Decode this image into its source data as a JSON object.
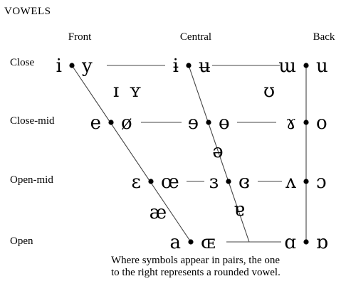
{
  "title": "VOWELS",
  "columns": [
    {
      "key": "front",
      "label": "Front"
    },
    {
      "key": "central",
      "label": "Central"
    },
    {
      "key": "back",
      "label": "Back"
    }
  ],
  "rows": [
    {
      "key": "close",
      "label": "Close"
    },
    {
      "key": "close_mid",
      "label": "Close-mid"
    },
    {
      "key": "open_mid",
      "label": "Open-mid"
    },
    {
      "key": "open",
      "label": "Open"
    }
  ],
  "vowel_pairs": [
    {
      "row": "close",
      "column": "front",
      "unrounded": "i",
      "rounded": "y"
    },
    {
      "row": "close",
      "column": "central",
      "unrounded": "ɨ",
      "rounded": "ʉ"
    },
    {
      "row": "close",
      "column": "back",
      "unrounded": "ɯ",
      "rounded": "u"
    },
    {
      "row": "close_mid",
      "column": "front",
      "unrounded": "e",
      "rounded": "ø"
    },
    {
      "row": "close_mid",
      "column": "central",
      "unrounded": "ɘ",
      "rounded": "ɵ"
    },
    {
      "row": "close_mid",
      "column": "back",
      "unrounded": "ɤ",
      "rounded": "o"
    },
    {
      "row": "open_mid",
      "column": "front",
      "unrounded": "ɛ",
      "rounded": "œ"
    },
    {
      "row": "open_mid",
      "column": "central",
      "unrounded": "ɜ",
      "rounded": "ɞ"
    },
    {
      "row": "open_mid",
      "column": "back",
      "unrounded": "ʌ",
      "rounded": "ɔ"
    },
    {
      "row": "open",
      "column": "front",
      "unrounded": "a",
      "rounded": "ɶ"
    },
    {
      "row": "open",
      "column": "back",
      "unrounded": "ɑ",
      "rounded": "ɒ"
    }
  ],
  "free_vowels": [
    {
      "symbol": "ɪ",
      "between": "close/close_mid",
      "column": "near_front"
    },
    {
      "symbol": "ʏ",
      "between": "close/close_mid",
      "column": "near_front"
    },
    {
      "symbol": "ʊ",
      "between": "close/close_mid",
      "column": "near_back"
    },
    {
      "symbol": "ə",
      "between": "close_mid/open_mid",
      "column": "central"
    },
    {
      "symbol": "æ",
      "between": "open_mid/open",
      "column": "front"
    },
    {
      "symbol": "ɐ",
      "between": "open_mid/open",
      "column": "central"
    }
  ],
  "caption": {
    "line1": "Where symbols appear in pairs, the one",
    "line2": "to the right represents a rounded vowel."
  }
}
